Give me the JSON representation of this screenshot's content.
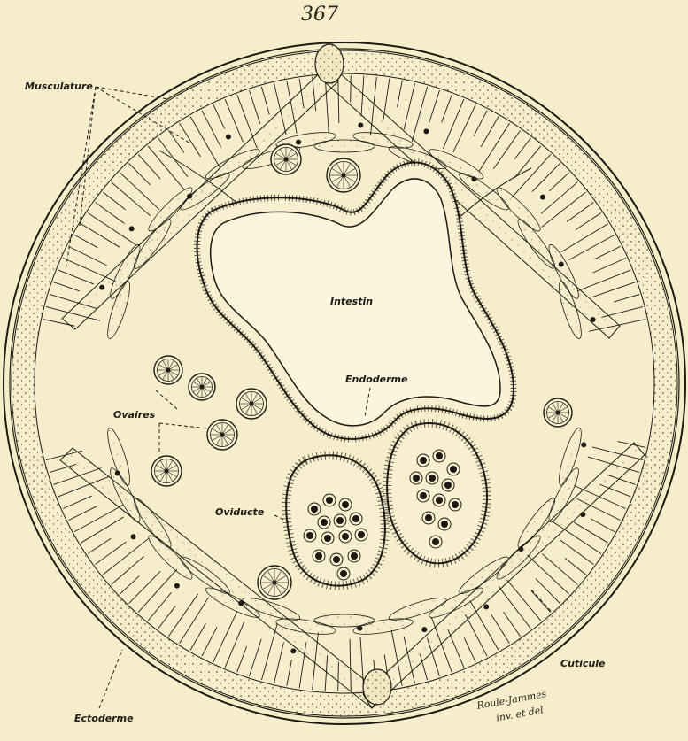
{
  "page_number": "367",
  "labels": {
    "musculature": "Musculature",
    "intestin": "Intestin",
    "endoderme": "Endoderme",
    "ovaires": "Ovaires",
    "oviducte": "Oviducte",
    "cuticule": "Cuticule",
    "ectoderme": "Ectoderme"
  },
  "signature": {
    "line1": "Roule-Jammes",
    "line2": "inv. et del"
  },
  "colors": {
    "paper": "#f6eecb",
    "ink": "#1d1a14"
  }
}
